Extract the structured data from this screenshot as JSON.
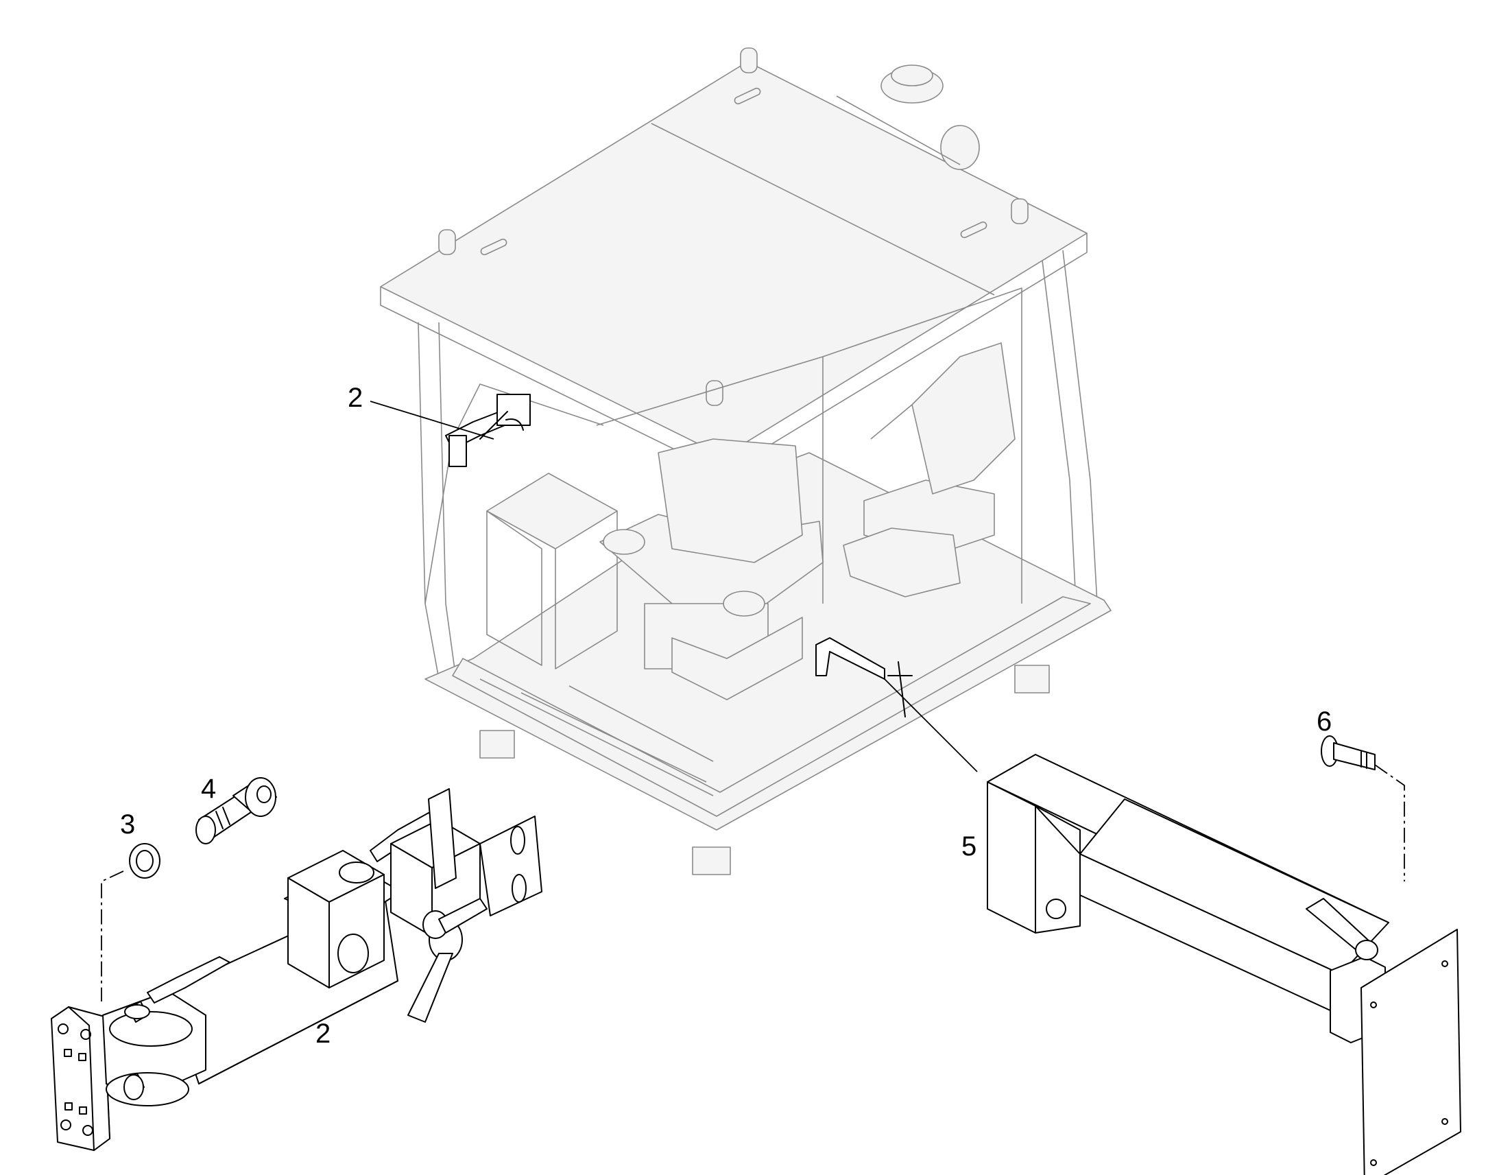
{
  "callouts": [
    {
      "id": "cab-bracket",
      "label": "2"
    },
    {
      "id": "washer",
      "label": "3"
    },
    {
      "id": "screw",
      "label": "4"
    },
    {
      "id": "arm-bracket",
      "label": "5"
    },
    {
      "id": "bolt",
      "label": "6"
    },
    {
      "id": "bracket-detail",
      "label": "2"
    }
  ],
  "colors": {
    "line": "#000000",
    "ghost": "#8a8a8a",
    "background": "#ffffff"
  }
}
